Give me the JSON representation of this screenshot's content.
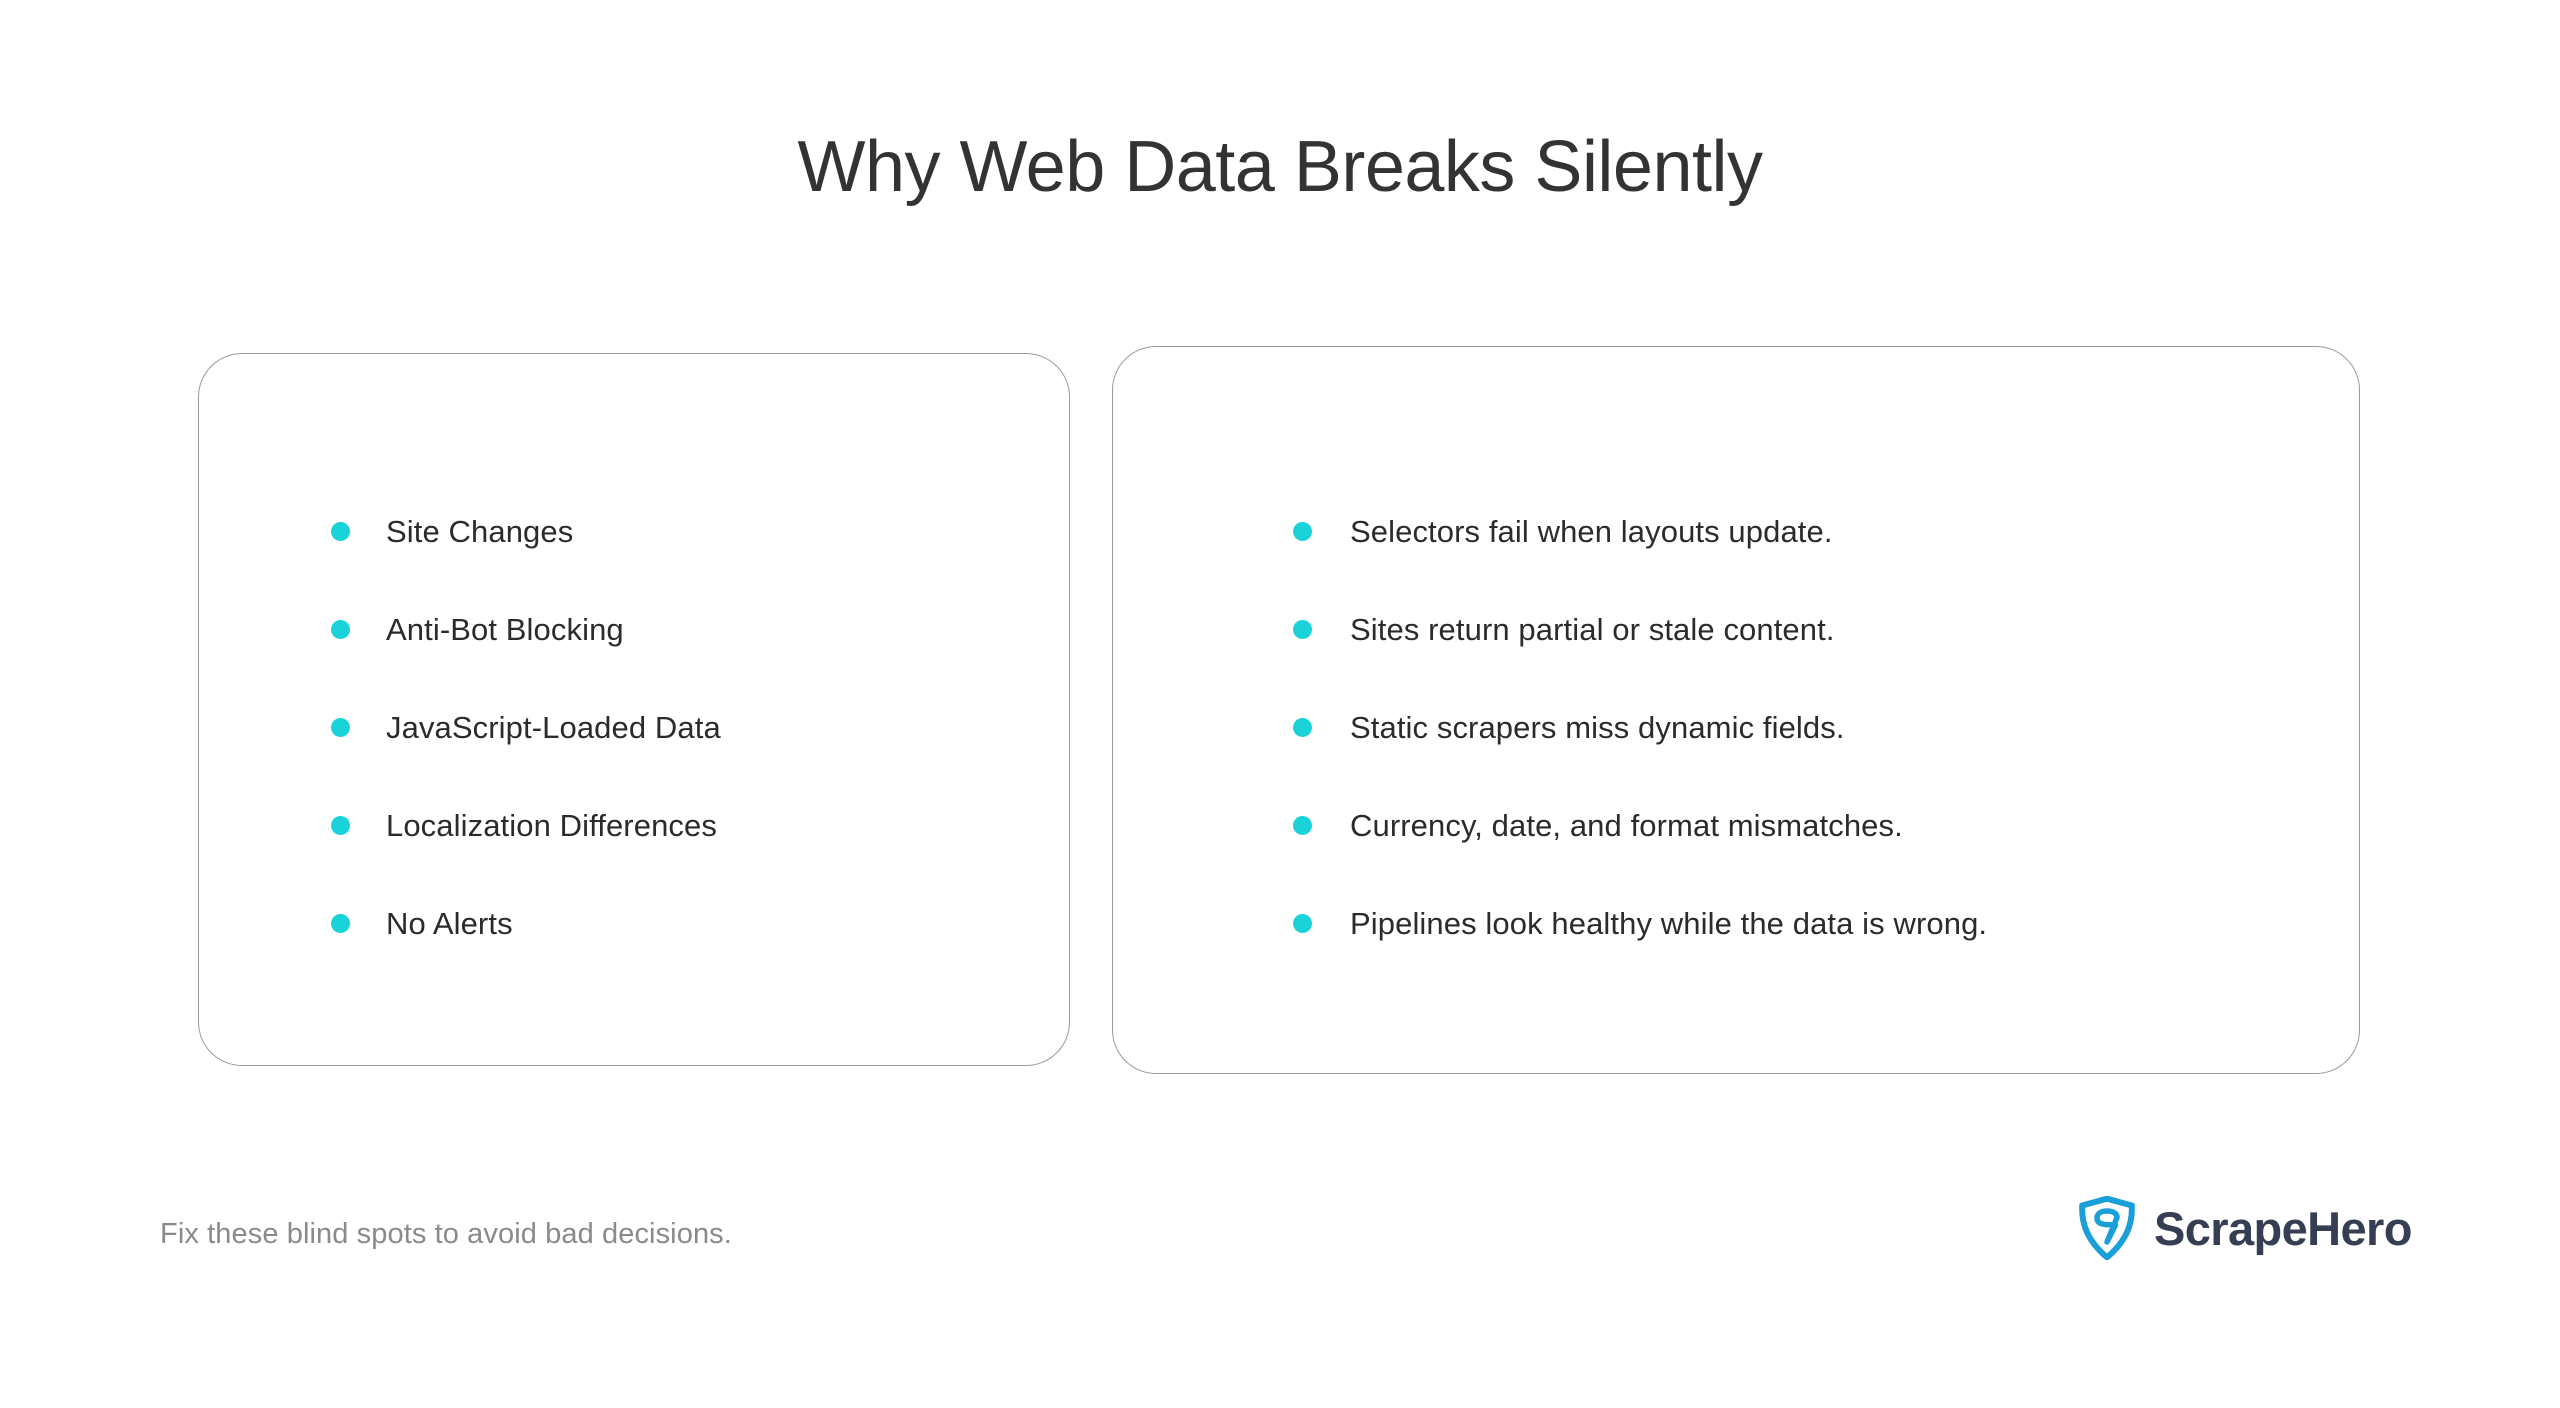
{
  "page": {
    "title": "Why Web Data Breaks Silently",
    "background_color": "#ffffff",
    "title_color": "#333333"
  },
  "theme": {
    "accent_color": "#19D3D9",
    "card_border_color": "#9a9a9a",
    "body_text_color": "#2b2b2b",
    "muted_text_color": "#8a8a8a",
    "brand_navy": "#353E52",
    "brand_blue": "#1B9FD8"
  },
  "cards": [
    {
      "name": "causes-card",
      "items": [
        {
          "bullet_icon": "dot-icon",
          "label": "Site Changes"
        },
        {
          "bullet_icon": "dot-icon",
          "label": "Anti-Bot Blocking"
        },
        {
          "bullet_icon": "dot-icon",
          "label": "JavaScript-Loaded Data"
        },
        {
          "bullet_icon": "dot-icon",
          "label": "Localization Differences"
        },
        {
          "bullet_icon": "dot-icon",
          "label": "No Alerts"
        }
      ]
    },
    {
      "name": "effects-card",
      "items": [
        {
          "bullet_icon": "dot-icon",
          "label": "Selectors fail when layouts update."
        },
        {
          "bullet_icon": "dot-icon",
          "label": "Sites return partial or stale content."
        },
        {
          "bullet_icon": "dot-icon",
          "label": "Static scrapers miss dynamic fields."
        },
        {
          "bullet_icon": "dot-icon",
          "label": "Currency, date, and format mismatches."
        },
        {
          "bullet_icon": "dot-icon",
          "label": "Pipelines look healthy while the data is wrong."
        }
      ]
    }
  ],
  "footer": {
    "note": "Fix these blind spots to avoid bad decisions.",
    "logo": {
      "icon": "shield-s-icon",
      "wordmark": "ScrapeHero"
    }
  }
}
